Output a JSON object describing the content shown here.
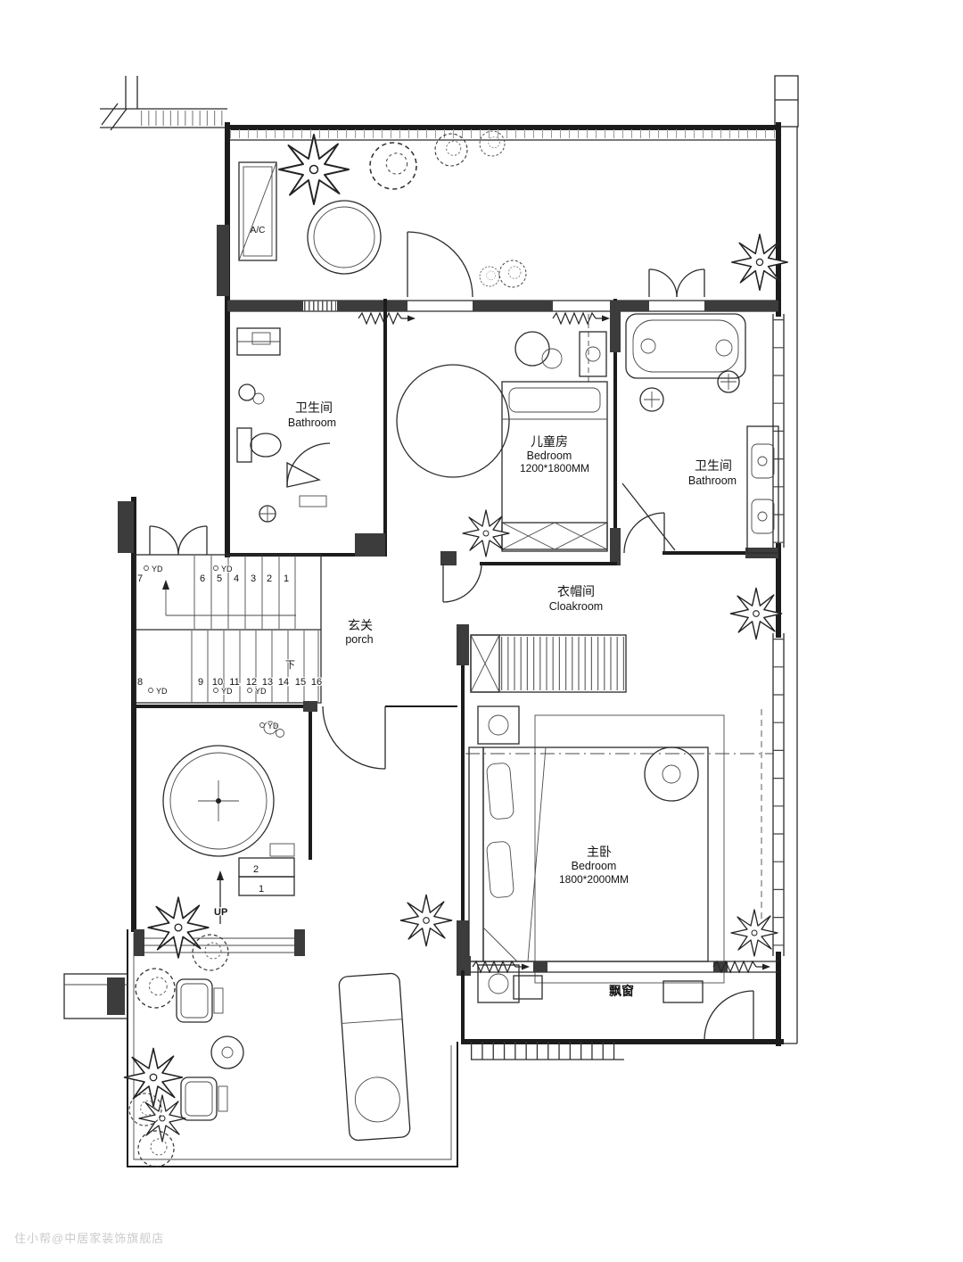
{
  "plan": {
    "rooms": {
      "bathroom_left": {
        "cn": "卫生间",
        "en": "Bathroom"
      },
      "kids_bedroom": {
        "cn": "儿童房",
        "en": "Bedroom",
        "size": "1200*1800MM"
      },
      "bathroom_right": {
        "cn": "卫生间",
        "en": "Bathroom"
      },
      "cloakroom": {
        "cn": "衣帽间",
        "en": "Cloakroom"
      },
      "porch": {
        "cn": "玄关",
        "en": "porch"
      },
      "master_bedroom": {
        "cn": "主卧",
        "en": "Bedroom",
        "size": "1800*2000MM"
      },
      "bay_window": {
        "cn": "飘窗"
      }
    },
    "annotations": {
      "ac_unit": "A/C",
      "up": "UP",
      "down": "下",
      "yd": "YD"
    },
    "stairs": {
      "upper_run": [
        "7",
        "6",
        "5",
        "4",
        "3",
        "2",
        "1"
      ],
      "lower_run": [
        "8",
        "9",
        "10",
        "11",
        "12",
        "13",
        "14",
        "15",
        "16"
      ],
      "entry_steps": [
        "2",
        "1"
      ]
    },
    "symbols": {
      "plant": "plant-icon (leaf burst)",
      "tree": "tree-icon (scalloped shrub circle)",
      "window_coil": "roller-coil-icon with arrow",
      "door_swing": "quarter-arc door swing"
    },
    "colors": {
      "ink": "#1c1c1c",
      "wall_fill": "#3c3c3c",
      "paper": "#ffffff",
      "watermark": "#c2c2c2"
    },
    "watermark": "住小帮@中居家装饰旗舰店"
  }
}
